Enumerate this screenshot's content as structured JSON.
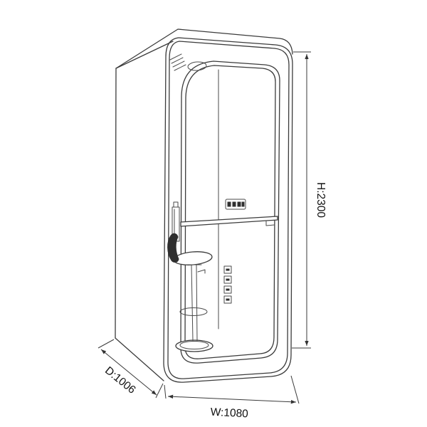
{
  "diagram": {
    "background_color": "#ffffff",
    "line_color": "#3b3b3b",
    "label_color": "#111111",
    "dimensions": {
      "height_label": "H:2300",
      "depth_label": "D:1006",
      "width_label": "W:1080"
    }
  }
}
